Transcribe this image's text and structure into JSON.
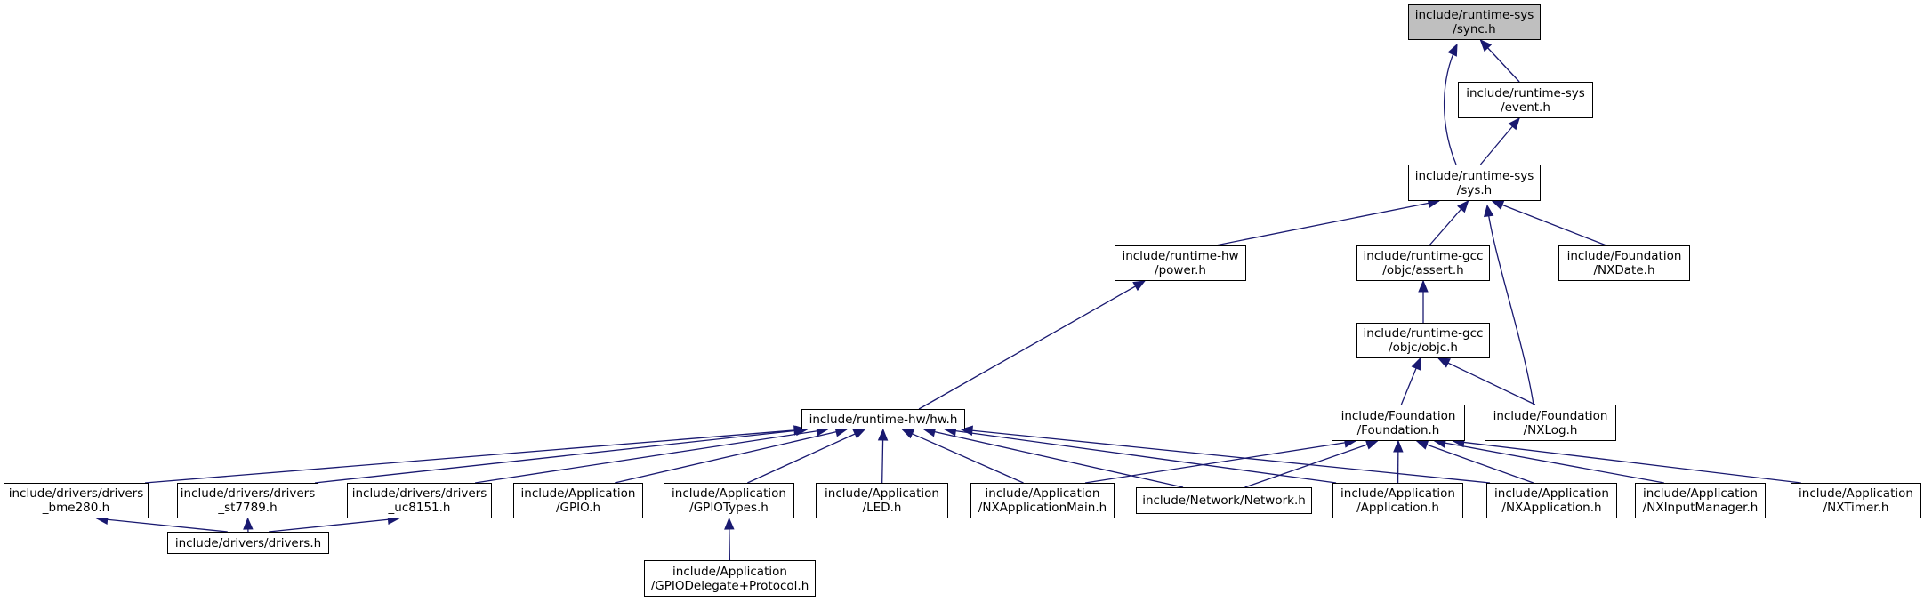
{
  "nodes": {
    "sync": {
      "lines": [
        "include/runtime-sys",
        "/sync.h"
      ]
    },
    "event": {
      "lines": [
        "include/runtime-sys",
        "/event.h"
      ]
    },
    "sys": {
      "lines": [
        "include/runtime-sys",
        "/sys.h"
      ]
    },
    "power": {
      "lines": [
        "include/runtime-hw",
        "/power.h"
      ]
    },
    "assert": {
      "lines": [
        "include/runtime-gcc",
        "/objc/assert.h"
      ]
    },
    "nxdate": {
      "lines": [
        "include/Foundation",
        "/NXDate.h"
      ]
    },
    "objc": {
      "lines": [
        "include/runtime-gcc",
        "/objc/objc.h"
      ]
    },
    "hw": {
      "lines": [
        "include/runtime-hw/hw.h"
      ]
    },
    "foundation": {
      "lines": [
        "include/Foundation",
        "/Foundation.h"
      ]
    },
    "nxlog": {
      "lines": [
        "include/Foundation",
        "/NXLog.h"
      ]
    },
    "bme280": {
      "lines": [
        "include/drivers/drivers",
        "_bme280.h"
      ]
    },
    "st7789": {
      "lines": [
        "include/drivers/drivers",
        "_st7789.h"
      ]
    },
    "uc8151": {
      "lines": [
        "include/drivers/drivers",
        "_uc8151.h"
      ]
    },
    "gpio": {
      "lines": [
        "include/Application",
        "/GPIO.h"
      ]
    },
    "gpiotypes": {
      "lines": [
        "include/Application",
        "/GPIOTypes.h"
      ]
    },
    "led": {
      "lines": [
        "include/Application",
        "/LED.h"
      ]
    },
    "nxappmain": {
      "lines": [
        "include/Application",
        "/NXApplicationMain.h"
      ]
    },
    "network": {
      "lines": [
        "include/Network/Network.h"
      ]
    },
    "application": {
      "lines": [
        "include/Application",
        "/Application.h"
      ]
    },
    "nxapp": {
      "lines": [
        "include/Application",
        "/NXApplication.h"
      ]
    },
    "nxinput": {
      "lines": [
        "include/Application",
        "/NXInputManager.h"
      ]
    },
    "nxtimer": {
      "lines": [
        "include/Application",
        "/NXTimer.h"
      ]
    },
    "drivers": {
      "lines": [
        "include/drivers/drivers.h"
      ]
    },
    "gpiodelegate": {
      "lines": [
        "include/Application",
        "/GPIODelegate+Protocol.h"
      ]
    }
  },
  "edges": [
    [
      "event",
      "sync"
    ],
    [
      "sys",
      "sync"
    ],
    [
      "sys",
      "event"
    ],
    [
      "power",
      "sys"
    ],
    [
      "assert",
      "sys"
    ],
    [
      "nxdate",
      "sys"
    ],
    [
      "nxlog",
      "sys"
    ],
    [
      "objc",
      "assert"
    ],
    [
      "foundation",
      "objc"
    ],
    [
      "nxlog",
      "objc"
    ],
    [
      "hw",
      "power"
    ],
    [
      "bme280",
      "hw"
    ],
    [
      "st7789",
      "hw"
    ],
    [
      "uc8151",
      "hw"
    ],
    [
      "gpio",
      "hw"
    ],
    [
      "gpiotypes",
      "hw"
    ],
    [
      "led",
      "hw"
    ],
    [
      "nxappmain",
      "hw"
    ],
    [
      "network",
      "hw"
    ],
    [
      "application",
      "hw"
    ],
    [
      "nxapp",
      "hw"
    ],
    [
      "nxappmain",
      "foundation"
    ],
    [
      "network",
      "foundation"
    ],
    [
      "application",
      "foundation"
    ],
    [
      "nxapp",
      "foundation"
    ],
    [
      "nxinput",
      "foundation"
    ],
    [
      "nxtimer",
      "foundation"
    ],
    [
      "drivers",
      "bme280"
    ],
    [
      "drivers",
      "st7789"
    ],
    [
      "drivers",
      "uc8151"
    ],
    [
      "gpiodelegate",
      "gpiotypes"
    ]
  ],
  "colors": {
    "edge": "#191970",
    "root_fill": "#bfbfbf",
    "node_border": "#000000"
  }
}
